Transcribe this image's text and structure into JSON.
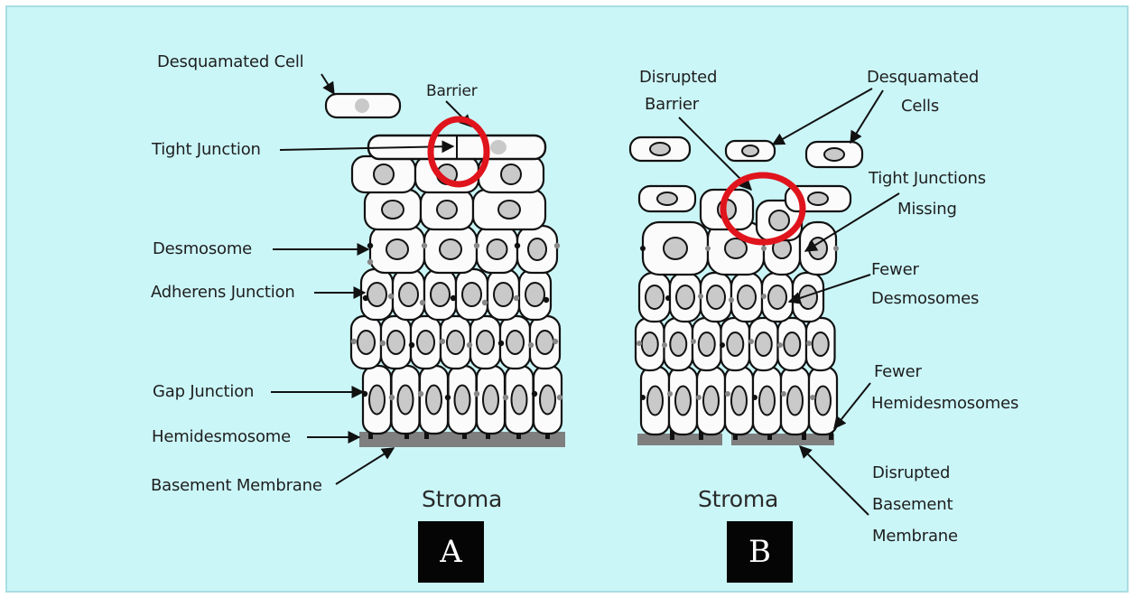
{
  "colors": {
    "background": "#cbf6f8",
    "highlight_circle": "#e0141c",
    "label_box": "#050505",
    "membrane": "#7f7f7f"
  },
  "panel_a": {
    "label": "A",
    "stroma": "Stroma",
    "labels": {
      "desquamated_cell": "Desquamated Cell",
      "barrier": "Barrier",
      "tight_junction": "Tight Junction",
      "desmosome": "Desmosome",
      "adherens_junction": "Adherens Junction",
      "gap_junction": "Gap Junction",
      "hemidesmosome": "Hemidesmosome",
      "basement_membrane": "Basement Membrane"
    }
  },
  "panel_b": {
    "label": "B",
    "stroma": "Stroma",
    "labels": {
      "disrupted_barrier_1": "Disrupted",
      "disrupted_barrier_2": "Barrier",
      "desquamated_cells_1": "Desquamated",
      "desquamated_cells_2": "Cells",
      "tight_junctions_missing_1": "Tight Junctions",
      "tight_junctions_missing_2": "Missing",
      "fewer_desmosomes_1": "Fewer",
      "fewer_desmosomes_2": "Desmosomes",
      "fewer_hemidesmosomes_1": "Fewer",
      "fewer_hemidesmosomes_2": "Hemidesmosomes",
      "disrupted_basement_membrane_1": "Disrupted",
      "disrupted_basement_membrane_2": "Basement",
      "disrupted_basement_membrane_3": "Membrane"
    }
  }
}
